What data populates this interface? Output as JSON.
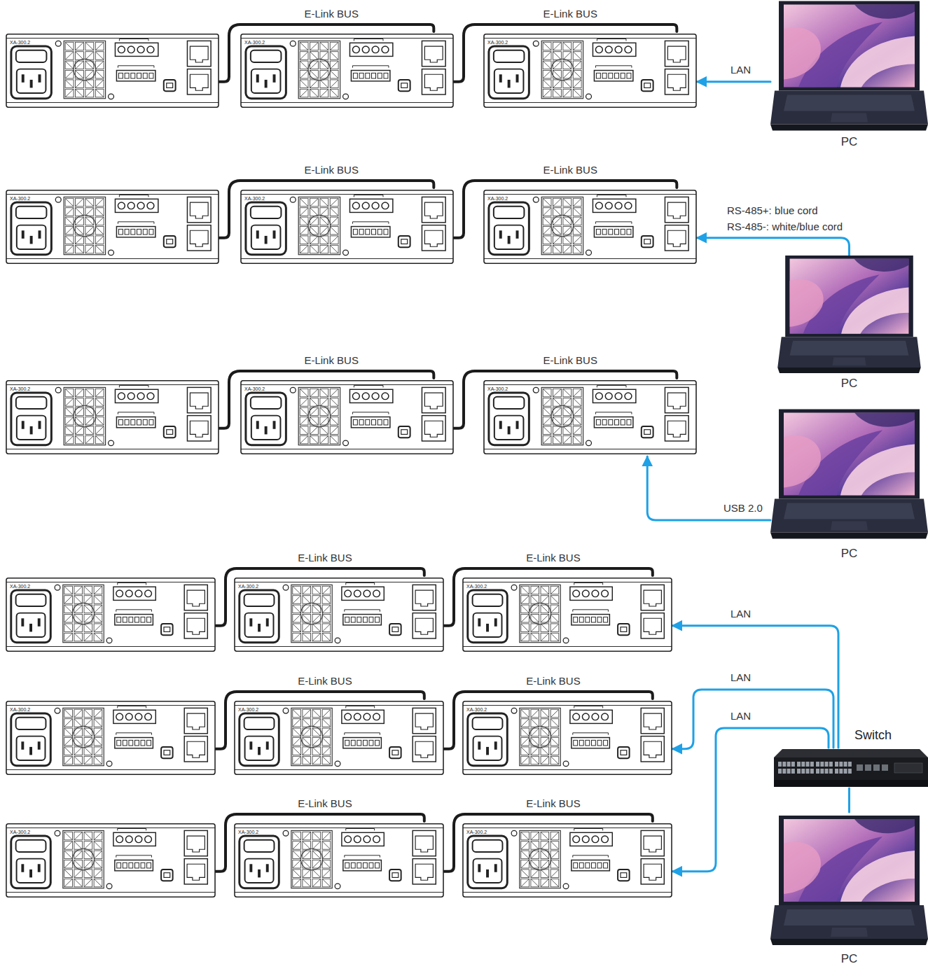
{
  "diagram": {
    "nodes": [
      {
        "text": [
          "XA-300.2"
        ]
      },
      {
        "text": [
          "XA-300.2"
        ]
      },
      {
        "text": [
          "XA-300.2"
        ]
      },
      {
        "text": [
          "PC"
        ]
      },
      {
        "text": [
          "XA-300.2"
        ]
      },
      {
        "text": [
          "XA-300.2"
        ]
      },
      {
        "text": [
          "XA-300.2"
        ]
      },
      {
        "text": [
          "PC"
        ]
      },
      {
        "text": [
          "XA-300.2"
        ]
      },
      {
        "text": [
          "XA-300.2"
        ]
      },
      {
        "text": [
          "XA-300.2"
        ]
      },
      {
        "text": [
          "PC"
        ]
      },
      {
        "text": [
          "XA-300.2"
        ]
      },
      {
        "text": [
          "XA-300.2"
        ]
      },
      {
        "text": [
          "XA-300.2"
        ]
      },
      {
        "text": [
          "XA-300.2"
        ]
      },
      {
        "text": [
          "XA-300.2"
        ]
      },
      {
        "text": [
          "XA-300.2"
        ]
      },
      {
        "text": [
          "XA-300.2"
        ]
      },
      {
        "text": [
          "XA-300.2"
        ]
      },
      {
        "text": [
          "XA-300.2"
        ]
      },
      {
        "text": [
          "Switch"
        ]
      },
      {
        "text": [
          "PC"
        ]
      }
    ],
    "edges": [
      {
        "from": 0,
        "to": 1,
        "label": "E-Link BUS",
        "arrow": "none"
      },
      {
        "from": 1,
        "to": 2,
        "label": "E-Link BUS",
        "arrow": "none"
      },
      {
        "from": 3,
        "to": 2,
        "label": "LAN",
        "arrow": "to"
      },
      {
        "from": 4,
        "to": 5,
        "label": "E-Link BUS",
        "arrow": "none"
      },
      {
        "from": 5,
        "to": 6,
        "label": "E-Link BUS",
        "arrow": "none"
      },
      {
        "from": 7,
        "to": 6,
        "label": "RS-485+: blue cord",
        "arrow": "to"
      },
      {
        "from": 8,
        "to": 9,
        "label": "E-Link BUS",
        "arrow": "none"
      },
      {
        "from": 9,
        "to": 10,
        "label": "E-Link BUS",
        "arrow": "none"
      },
      {
        "from": 11,
        "to": 10,
        "label": "USB 2.0",
        "arrow": "to"
      },
      {
        "from": 12,
        "to": 13,
        "label": "E-Link BUS",
        "arrow": "none"
      },
      {
        "from": 13,
        "to": 14,
        "label": "E-Link BUS",
        "arrow": "none"
      },
      {
        "from": 15,
        "to": 16,
        "label": "E-Link BUS",
        "arrow": "none"
      },
      {
        "from": 16,
        "to": 17,
        "label": "E-Link BUS",
        "arrow": "none"
      },
      {
        "from": 18,
        "to": 19,
        "label": "E-Link BUS",
        "arrow": "none"
      },
      {
        "from": 19,
        "to": 20,
        "label": "E-Link BUS",
        "arrow": "none"
      },
      {
        "from": 21,
        "to": 14,
        "label": "LAN",
        "arrow": "to"
      },
      {
        "from": 21,
        "to": 17,
        "label": "LAN",
        "arrow": "to"
      },
      {
        "from": 21,
        "to": 20,
        "label": "LAN",
        "arrow": "to"
      },
      {
        "from": 22,
        "to": 21,
        "arrow": "none"
      }
    ],
    "labels": [
      "RS-485-: white/blue cord"
    ]
  }
}
